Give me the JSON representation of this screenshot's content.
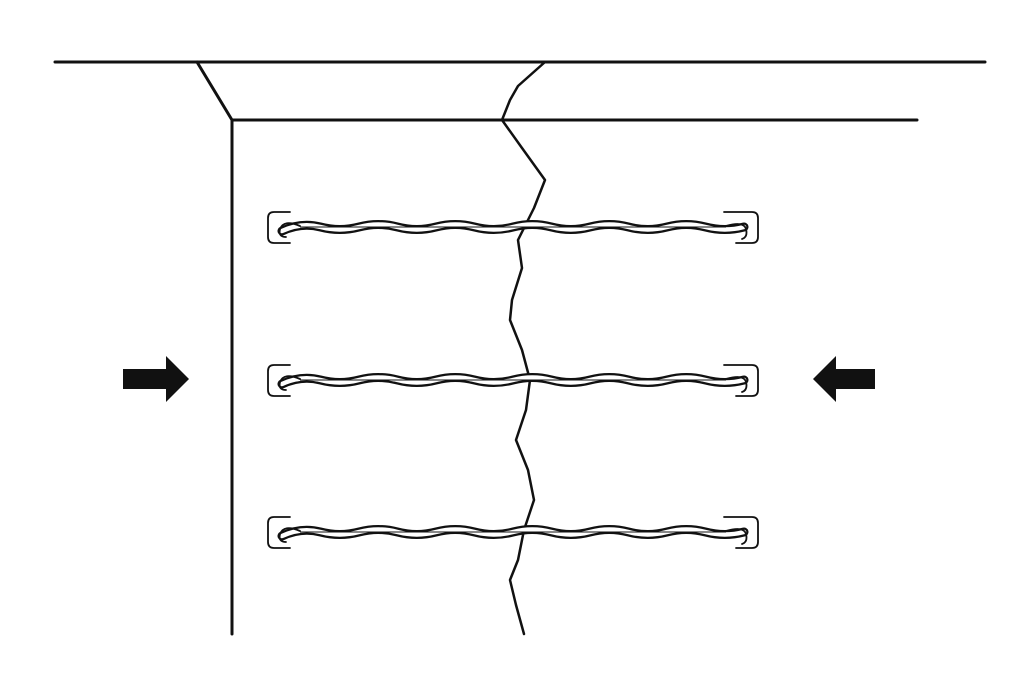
{
  "diagram": {
    "elements": [
      {
        "id": "floor-slab",
        "icon": "slab-outline"
      },
      {
        "id": "wall",
        "icon": "wall-outline"
      },
      {
        "id": "crack",
        "icon": "crack-line"
      },
      {
        "id": "ties",
        "count": 3,
        "icon": "helical-tie"
      },
      {
        "id": "force-arrows",
        "count": 2,
        "icon": "arrow-inward"
      }
    ],
    "colors": {
      "ink": "#111111",
      "background": "#ffffff"
    }
  }
}
